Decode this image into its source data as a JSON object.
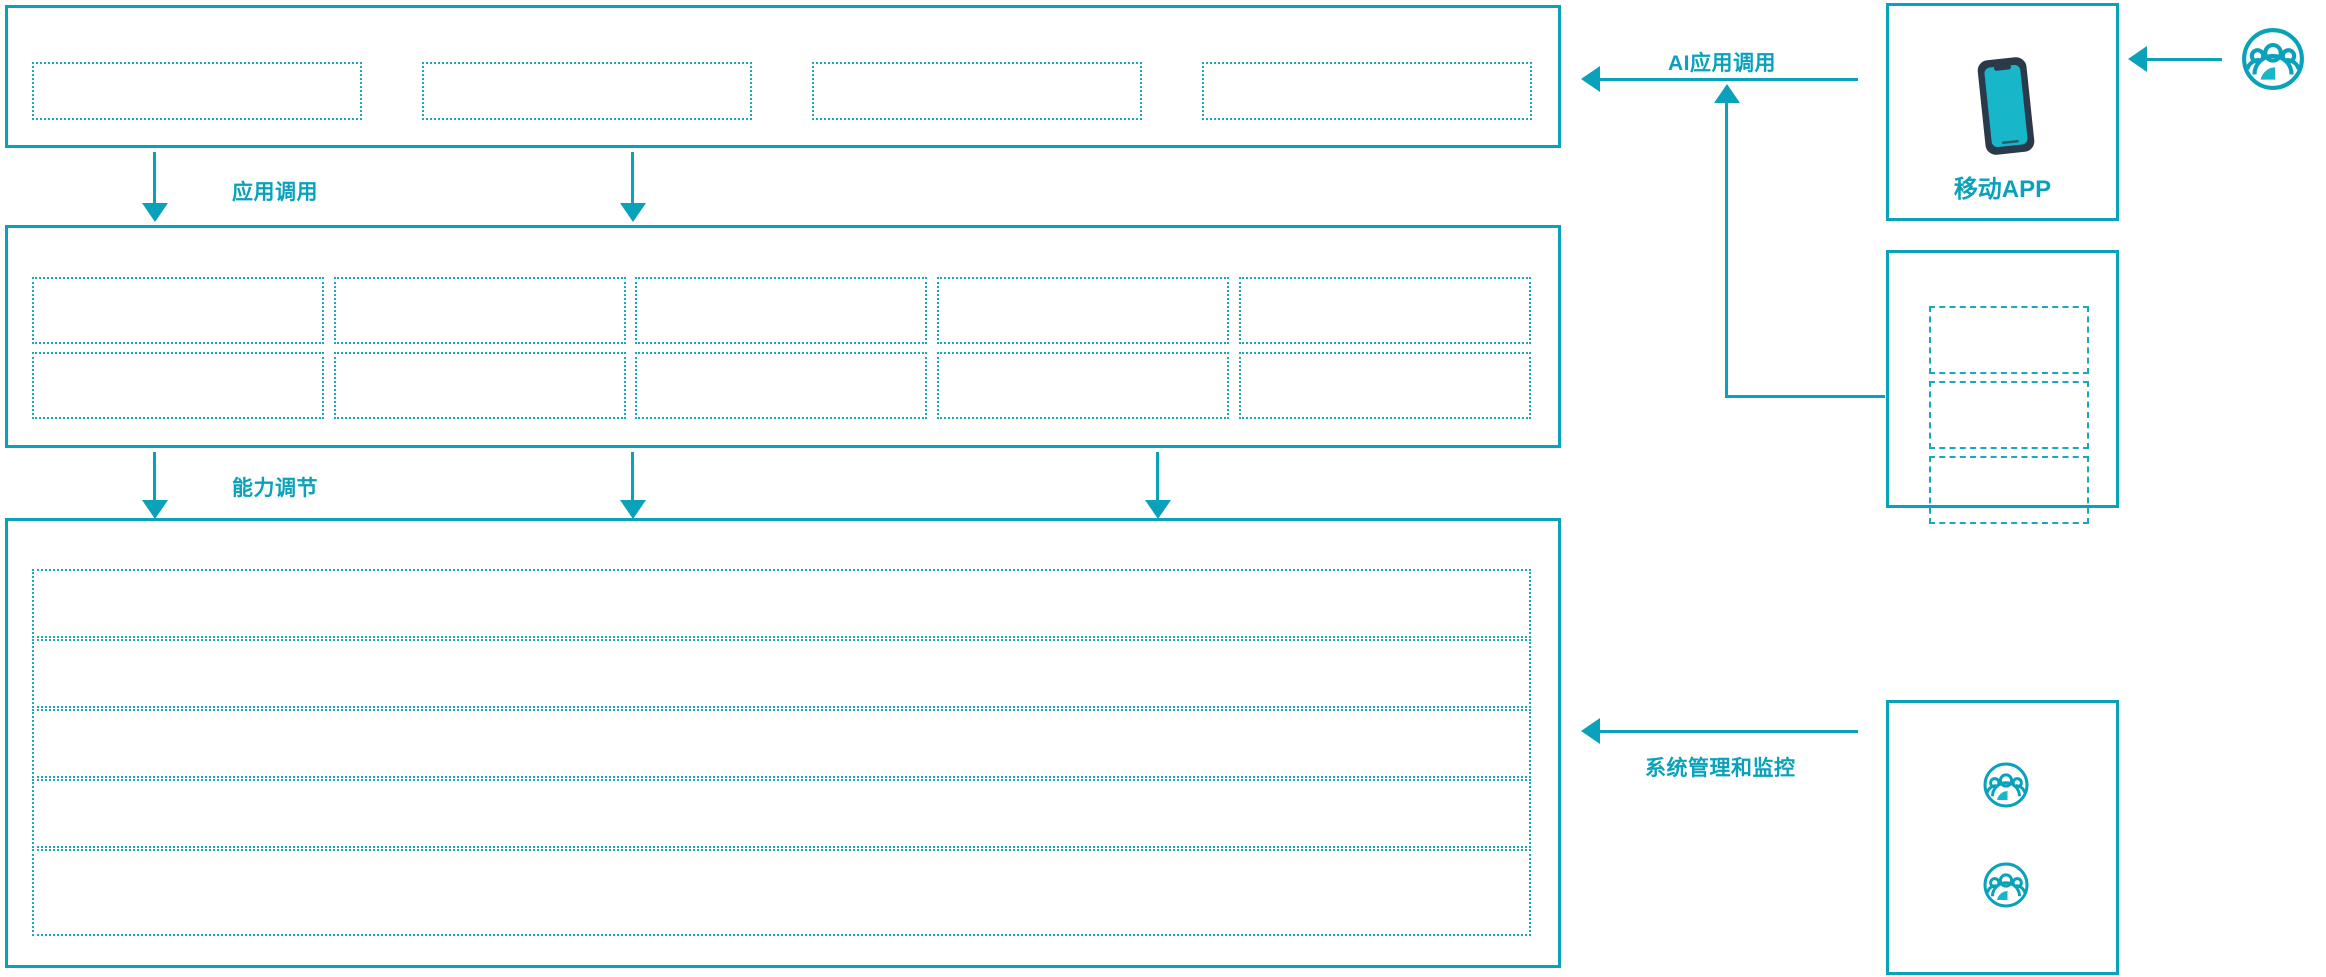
{
  "theme": {
    "accent": "#0aa2bb",
    "accent_light": "#17a9c0",
    "phone_body": "#2b3a4a",
    "phone_screen": "#17b6c9",
    "background": "#ffffff"
  },
  "diagram": {
    "type": "architecture-layers",
    "left_stack": {
      "layers": [
        {
          "id": "application-layer",
          "name": "application-layer",
          "cells": [
            {
              "label": ""
            },
            {
              "label": ""
            },
            {
              "label": ""
            },
            {
              "label": ""
            }
          ]
        },
        {
          "id": "capability-layer",
          "name": "capability-layer",
          "columns": 5,
          "rows": 2,
          "cells": [
            {
              "label": ""
            },
            {
              "label": ""
            },
            {
              "label": ""
            },
            {
              "label": ""
            },
            {
              "label": ""
            },
            {
              "label": ""
            },
            {
              "label": ""
            },
            {
              "label": ""
            },
            {
              "label": ""
            },
            {
              "label": ""
            }
          ]
        },
        {
          "id": "platform-layer",
          "name": "platform-layer",
          "bands": [
            {
              "label": ""
            },
            {
              "label": ""
            },
            {
              "label": ""
            },
            {
              "label": ""
            },
            {
              "label": ""
            }
          ]
        }
      ]
    },
    "flow_labels": {
      "app_call": "应用调用",
      "capability_adjust": "能力调节",
      "ai_app_call": "AI应用调用",
      "system_manage_monitor": "系统管理和监控"
    },
    "right_stack": {
      "panels": [
        {
          "id": "mobile-app",
          "name": "mobile-app-panel",
          "caption": "移动APP",
          "icon": "mobile-phone-icon"
        },
        {
          "id": "channel-list",
          "name": "channel-panel",
          "caption": "",
          "cells": [
            {
              "label": ""
            },
            {
              "label": ""
            },
            {
              "label": ""
            }
          ]
        },
        {
          "id": "users-panel",
          "name": "users-panel",
          "caption": "",
          "icons": [
            {
              "name": "users-group-icon"
            },
            {
              "name": "users-group-icon"
            }
          ]
        }
      ]
    },
    "external_actor": {
      "name": "users-group-icon",
      "label": ""
    }
  }
}
